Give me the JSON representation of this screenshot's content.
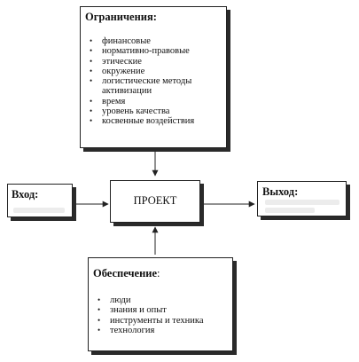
{
  "constraints": {
    "title": "Ограничения:",
    "items": [
      "финансовые",
      "нормативно-правовые",
      "этические",
      "окружение",
      "логистические методы активизации",
      "время",
      "уровень качества",
      "косвенные воздействия"
    ]
  },
  "project": {
    "label": "ПРОЕКТ"
  },
  "input": {
    "title": "Вход:"
  },
  "output": {
    "title": "Выход:"
  },
  "support": {
    "title": "Обеспечение",
    "title_colon": ":",
    "items": [
      "люди",
      "знания и опыт",
      "инструменты и техника",
      "технология"
    ]
  }
}
